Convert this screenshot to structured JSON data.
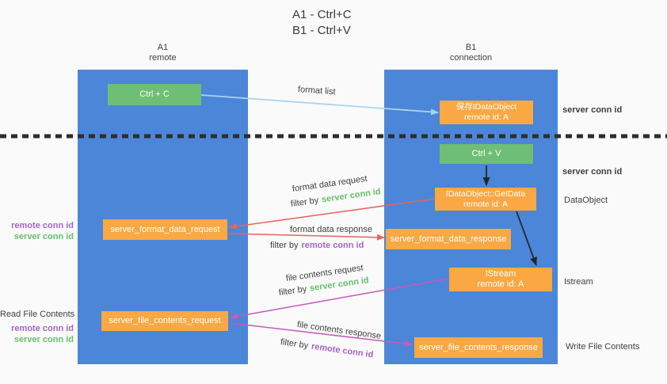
{
  "title": {
    "line1": "A1 - Ctrl+C",
    "line2": "B1 - Ctrl+V"
  },
  "columns": {
    "left": {
      "name": "A1",
      "role": "remote"
    },
    "right": {
      "name": "B1",
      "role": "connection"
    }
  },
  "nodes": {
    "ctrl_c": {
      "label": "Ctrl + C"
    },
    "ctrl_v": {
      "label": "Ctrl + V"
    },
    "save_dataobject": {
      "line1": "保存IDataObject",
      "line2": "remote id: A"
    },
    "getdata": {
      "line1": "IDataObject::GetData",
      "line2": "remote id: A"
    },
    "istream": {
      "line1": "IStream",
      "line2": "remote id: A"
    },
    "format_request": {
      "label": "server_format_data_request"
    },
    "format_response": {
      "label": "server_format_data_response"
    },
    "file_request": {
      "label": "server_file_contents_request"
    },
    "file_response": {
      "label": "server_file_contents_response"
    }
  },
  "arrow_labels": {
    "format_list": "format list",
    "format_data_request": "format data request",
    "format_data_response": "format data response",
    "file_contents_request": "file contents request",
    "file_contents_response": "file contents response",
    "filter_by": "filter by",
    "server_conn_id": "server conn id",
    "remote_conn_id": "remote conn id"
  },
  "side_labels": {
    "right_server_conn_id_1": "server conn id",
    "right_server_conn_id_2": "server conn id",
    "dataobject": "DataObject",
    "istream": "Istream",
    "write_file_contents": "Write File Contents",
    "left_remote_conn_id_1": "remote conn id",
    "left_server_conn_id_1": "server conn id",
    "read_file_contents": "Read File Contents",
    "left_remote_conn_id_2": "remote conn id",
    "left_server_conn_id_2": "server conn id"
  },
  "colors": {
    "column_blue": "#4c86d8",
    "node_green": "#6fbe75",
    "node_orange": "#f9a843",
    "arrow_lightblue": "#a9d3f2",
    "arrow_red": "#e8635c",
    "arrow_magenta": "#c45bbd",
    "arrow_black": "#262626",
    "separator_dark": "#2d2d2d",
    "text_green": "#67bf6b",
    "text_purple": "#a763c8"
  }
}
